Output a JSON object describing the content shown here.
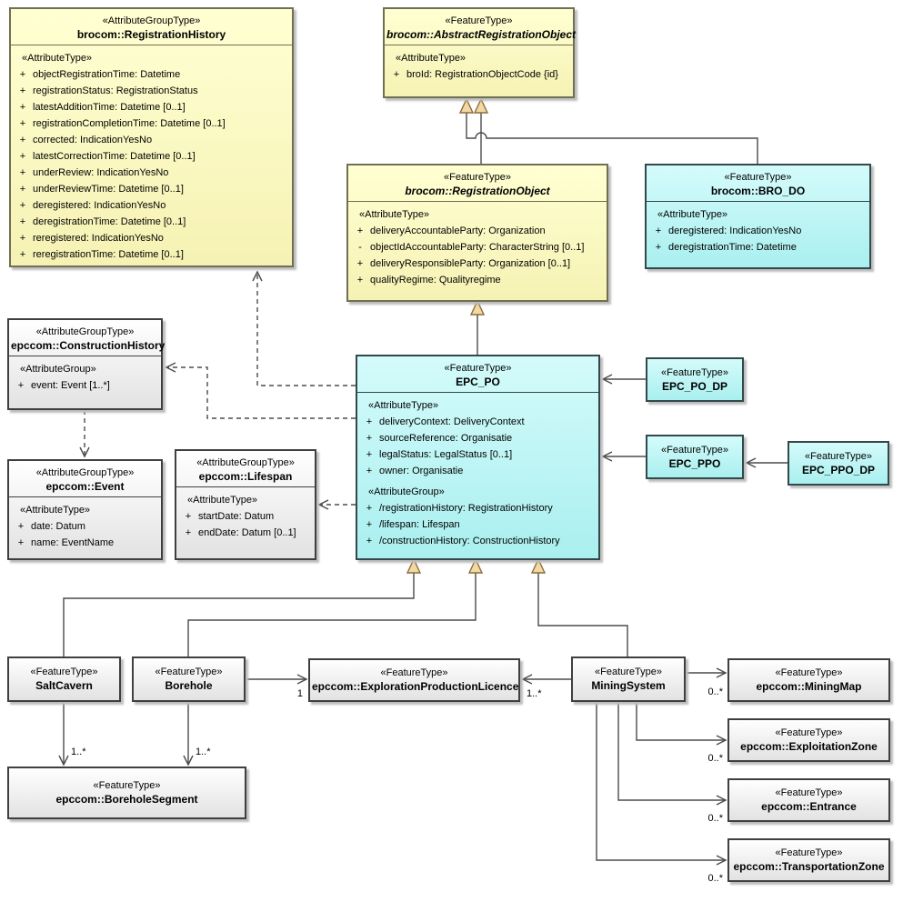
{
  "palette": {
    "yellow": {
      "fill": "#ffffd2",
      "fill2": "#f6f2b4",
      "border": "#6f6f52"
    },
    "cyan": {
      "fill": "#d4fbfb",
      "fill2": "#aaefef",
      "border": "#33484a"
    },
    "white": {
      "fill": "#ffffff",
      "fill2": "#e2e2e2",
      "border": "#3f3f3f"
    }
  },
  "nodes": [
    {
      "id": "registration-history",
      "stereotype": "«AttributeGroupType»",
      "name": "brocom::RegistrationHistory",
      "abstract": false,
      "style": "yellow",
      "groups": [
        {
          "label": "«AttributeType»",
          "items": [
            {
              "vis": "+",
              "text": "objectRegistrationTime: Datetime"
            },
            {
              "vis": "+",
              "text": "registrationStatus: RegistrationStatus"
            },
            {
              "vis": "+",
              "text": "latestAdditionTime: Datetime [0..1]"
            },
            {
              "vis": "+",
              "text": "registrationCompletionTime: Datetime [0..1]"
            },
            {
              "vis": "+",
              "text": "corrected: IndicationYesNo"
            },
            {
              "vis": "+",
              "text": "latestCorrectionTime: Datetime [0..1]"
            },
            {
              "vis": "+",
              "text": "underReview: IndicationYesNo"
            },
            {
              "vis": "+",
              "text": "underReviewTime: Datetime [0..1]"
            },
            {
              "vis": "+",
              "text": "deregistered: IndicationYesNo"
            },
            {
              "vis": "+",
              "text": "deregistrationTime: Datetime [0..1]"
            },
            {
              "vis": "+",
              "text": "reregistered: IndicationYesNo"
            },
            {
              "vis": "+",
              "text": "reregistrationTime: Datetime [0..1]"
            }
          ]
        }
      ]
    },
    {
      "id": "abstract-registration-object",
      "stereotype": "«FeatureType»",
      "name": "brocom::AbstractRegistrationObject",
      "abstract": true,
      "style": "yellow",
      "groups": [
        {
          "label": "«AttributeType»",
          "items": [
            {
              "vis": "+",
              "text": "broId: RegistrationObjectCode {id}"
            }
          ]
        }
      ]
    },
    {
      "id": "registration-object",
      "stereotype": "«FeatureType»",
      "name": "brocom::RegistrationObject",
      "abstract": true,
      "style": "yellow",
      "groups": [
        {
          "label": "«AttributeType»",
          "items": [
            {
              "vis": "+",
              "text": "deliveryAccountableParty: Organization"
            },
            {
              "vis": "-",
              "text": "objectIdAccountableParty: CharacterString [0..1]"
            },
            {
              "vis": "+",
              "text": "deliveryResponsibleParty: Organization [0..1]"
            },
            {
              "vis": "+",
              "text": "qualityRegime: Qualityregime"
            }
          ]
        }
      ]
    },
    {
      "id": "bro-do",
      "stereotype": "«FeatureType»",
      "name": "brocom::BRO_DO",
      "abstract": false,
      "style": "cyan",
      "groups": [
        {
          "label": "«AttributeType»",
          "items": [
            {
              "vis": "+",
              "text": "deregistered: IndicationYesNo"
            },
            {
              "vis": "+",
              "text": "deregistrationTime: Datetime"
            }
          ]
        }
      ]
    },
    {
      "id": "construction-history",
      "stereotype": "«AttributeGroupType»",
      "name": "epccom::ConstructionHistory",
      "abstract": false,
      "style": "white",
      "groups": [
        {
          "label": "«AttributeGroup»",
          "items": [
            {
              "vis": "+",
              "text": "event: Event [1..*]"
            }
          ]
        }
      ]
    },
    {
      "id": "event",
      "stereotype": "«AttributeGroupType»",
      "name": "epccom::Event",
      "abstract": false,
      "style": "white",
      "groups": [
        {
          "label": "«AttributeType»",
          "items": [
            {
              "vis": "+",
              "text": "date: Datum"
            },
            {
              "vis": "+",
              "text": "name: EventName"
            }
          ]
        }
      ]
    },
    {
      "id": "lifespan",
      "stereotype": "«AttributeGroupType»",
      "name": "epccom::Lifespan",
      "abstract": false,
      "style": "white",
      "groups": [
        {
          "label": "«AttributeType»",
          "items": [
            {
              "vis": "+",
              "text": "startDate: Datum"
            },
            {
              "vis": "+",
              "text": "endDate: Datum [0..1]"
            }
          ]
        }
      ]
    },
    {
      "id": "epc-po",
      "stereotype": "«FeatureType»",
      "name": "EPC_PO",
      "abstract": false,
      "style": "cyan",
      "groups": [
        {
          "label": "«AttributeType»",
          "items": [
            {
              "vis": "+",
              "text": "deliveryContext: DeliveryContext"
            },
            {
              "vis": "+",
              "text": "sourceReference: Organisatie"
            },
            {
              "vis": "+",
              "text": "legalStatus: LegalStatus [0..1]"
            },
            {
              "vis": "+",
              "text": "owner: Organisatie"
            }
          ]
        },
        {
          "label": "«AttributeGroup»",
          "items": [
            {
              "vis": "+",
              "text": "/registrationHistory: RegistrationHistory"
            },
            {
              "vis": "+",
              "text": "/lifespan: Lifespan"
            },
            {
              "vis": "+",
              "text": "/constructionHistory: ConstructionHistory"
            }
          ]
        }
      ]
    },
    {
      "id": "epc-po-dp",
      "stereotype": "«FeatureType»",
      "name": "EPC_PO_DP",
      "abstract": false,
      "style": "cyan",
      "groups": []
    },
    {
      "id": "epc-ppo",
      "stereotype": "«FeatureType»",
      "name": "EPC_PPO",
      "abstract": false,
      "style": "cyan",
      "groups": []
    },
    {
      "id": "epc-ppo-dp",
      "stereotype": "«FeatureType»",
      "name": "EPC_PPO_DP",
      "abstract": false,
      "style": "cyan",
      "groups": []
    },
    {
      "id": "salt-cavern",
      "stereotype": "«FeatureType»",
      "name": "SaltCavern",
      "abstract": false,
      "style": "white",
      "groups": []
    },
    {
      "id": "borehole",
      "stereotype": "«FeatureType»",
      "name": "Borehole",
      "abstract": false,
      "style": "white",
      "groups": []
    },
    {
      "id": "exploration-production-licence",
      "stereotype": "«FeatureType»",
      "name": "epccom::ExplorationProductionLicence",
      "abstract": false,
      "style": "white",
      "groups": []
    },
    {
      "id": "mining-system",
      "stereotype": "«FeatureType»",
      "name": "MiningSystem",
      "abstract": false,
      "style": "white",
      "groups": []
    },
    {
      "id": "mining-map",
      "stereotype": "«FeatureType»",
      "name": "epccom::MiningMap",
      "abstract": false,
      "style": "white",
      "groups": []
    },
    {
      "id": "exploitation-zone",
      "stereotype": "«FeatureType»",
      "name": "epccom::ExploitationZone",
      "abstract": false,
      "style": "white",
      "groups": []
    },
    {
      "id": "entrance",
      "stereotype": "«FeatureType»",
      "name": "epccom::Entrance",
      "abstract": false,
      "style": "white",
      "groups": []
    },
    {
      "id": "transportation-zone",
      "stereotype": "«FeatureType»",
      "name": "epccom::TransportationZone",
      "abstract": false,
      "style": "white",
      "groups": []
    },
    {
      "id": "borehole-segment",
      "stereotype": "«FeatureType»",
      "name": "epccom::BoreholeSegment",
      "abstract": false,
      "style": "white",
      "groups": []
    }
  ],
  "edges": [
    {
      "id": "borehole-to-licence",
      "type": "association",
      "from": "borehole",
      "to": "exploration-production-licence",
      "label": "1"
    },
    {
      "id": "miningsystem-to-licence",
      "type": "association",
      "from": "mining-system",
      "to": "exploration-production-licence",
      "label": "1..*"
    },
    {
      "id": "miningsystem-to-miningmap",
      "type": "association",
      "from": "mining-system",
      "to": "mining-map",
      "label": "0..*"
    },
    {
      "id": "miningsystem-to-exploitationzone",
      "type": "association",
      "from": "mining-system",
      "to": "exploitation-zone",
      "label": "0..*"
    },
    {
      "id": "miningsystem-to-entrance",
      "type": "association",
      "from": "mining-system",
      "to": "entrance",
      "label": "0..*"
    },
    {
      "id": "miningsystem-to-transportationzone",
      "type": "association",
      "from": "mining-system",
      "to": "transportation-zone",
      "label": "0..*"
    },
    {
      "id": "saltcavern-to-boreholesegment",
      "type": "association",
      "from": "salt-cavern",
      "to": "borehole-segment",
      "label": "1..*"
    },
    {
      "id": "borehole-to-boreholesegment",
      "type": "association",
      "from": "borehole",
      "to": "borehole-segment",
      "label": "1..*"
    },
    {
      "id": "registrationobject-gen",
      "type": "generalization",
      "from": "registration-object",
      "to": "abstract-registration-object",
      "label": ""
    },
    {
      "id": "brodo-gen",
      "type": "generalization",
      "from": "bro-do",
      "to": "abstract-registration-object",
      "label": ""
    },
    {
      "id": "epcpo-gen",
      "type": "generalization",
      "from": "epc-po",
      "to": "registration-object",
      "label": ""
    },
    {
      "id": "saltcavern-gen",
      "type": "generalization",
      "from": "salt-cavern",
      "to": "epc-po",
      "label": ""
    },
    {
      "id": "borehole-gen",
      "type": "generalization",
      "from": "borehole",
      "to": "epc-po",
      "label": ""
    },
    {
      "id": "miningsystem-gen",
      "type": "generalization",
      "from": "mining-system",
      "to": "epc-po",
      "label": ""
    },
    {
      "id": "epcpodp-to-epcpo",
      "type": "association",
      "from": "epc-po-dp",
      "to": "epc-po",
      "label": ""
    },
    {
      "id": "epcppo-to-epcpo",
      "type": "association",
      "from": "epc-ppo",
      "to": "epc-po",
      "label": ""
    },
    {
      "id": "epcppodp-to-epcppo",
      "type": "association",
      "from": "epc-ppo-dp",
      "to": "epc-ppo",
      "label": ""
    },
    {
      "id": "epcpo-to-registrationhistory",
      "type": "dependency",
      "from": "epc-po",
      "to": "registration-history",
      "label": ""
    },
    {
      "id": "epcpo-to-constructionhistory",
      "type": "dependency",
      "from": "epc-po",
      "to": "construction-history",
      "label": ""
    },
    {
      "id": "epcpo-to-lifespan",
      "type": "dependency",
      "from": "epc-po",
      "to": "lifespan",
      "label": ""
    },
    {
      "id": "constructionhistory-to-event",
      "type": "dependency",
      "from": "construction-history",
      "to": "event",
      "label": ""
    }
  ]
}
